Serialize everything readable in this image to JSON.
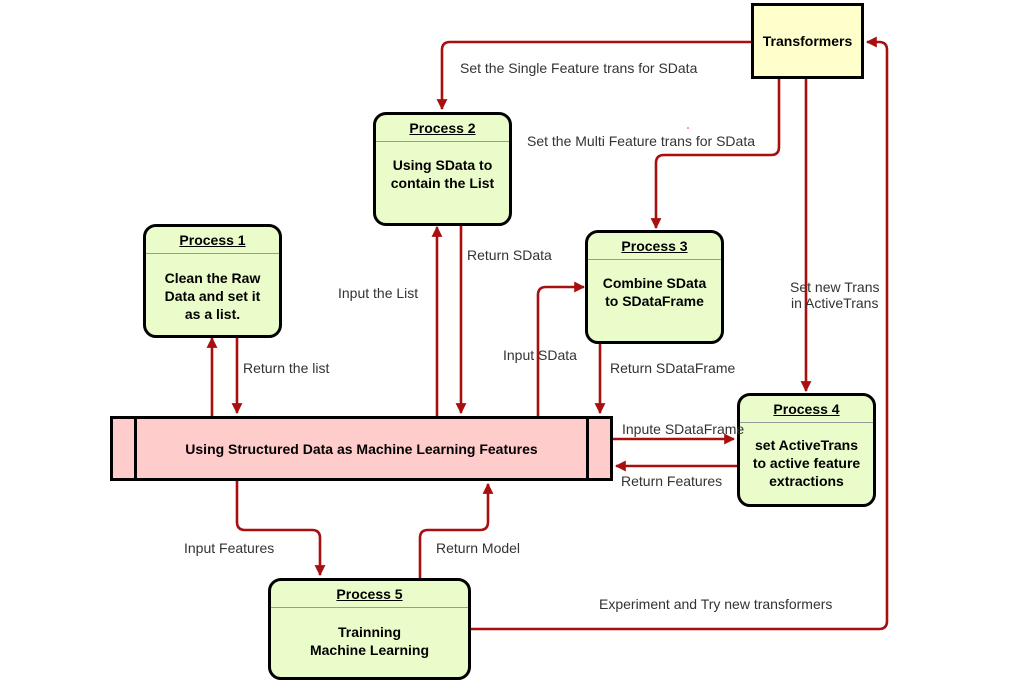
{
  "processes": {
    "p1": {
      "title": "Process 1",
      "body": "Clean the Raw\nData and set it\nas a list."
    },
    "p2": {
      "title": "Process 2",
      "body": "Using SData to\ncontain the List"
    },
    "p3": {
      "title": "Process 3",
      "body": "Combine SData\nto SDataFrame"
    },
    "p4": {
      "title": "Process 4",
      "body": "set ActiveTrans\nto active feature\nextractions"
    },
    "p5": {
      "title": "Process 5",
      "body": "Trainning\nMachine Learning"
    }
  },
  "store": {
    "label": "Using Structured Data as Machine Learning Features"
  },
  "transformers": {
    "label": "Transformers"
  },
  "labels": {
    "single_feature": "Set the Single Feature trans for SData",
    "multi_feature": "Set the Multi Feature trans for SData",
    "set_new_trans": "Set new Trans\nin ActiveTrans",
    "return_sdata": "Return SData",
    "input_list": "Input the List",
    "input_sdata": "Input SData",
    "return_sdataframe": "Return SDataFrame",
    "return_list": "Return the list",
    "inpute_sdataframe": "Inpute SDataFrame",
    "return_features": "Return Features",
    "input_features": "Input Features",
    "return_model": "Return Model",
    "experiment": "Experiment and Try new transformers"
  },
  "colors": {
    "arrow": "#a80f0f",
    "process_fill": "#ebfccb",
    "store_fill": "#ffcccc",
    "transformers_fill": "#ffffcc"
  }
}
